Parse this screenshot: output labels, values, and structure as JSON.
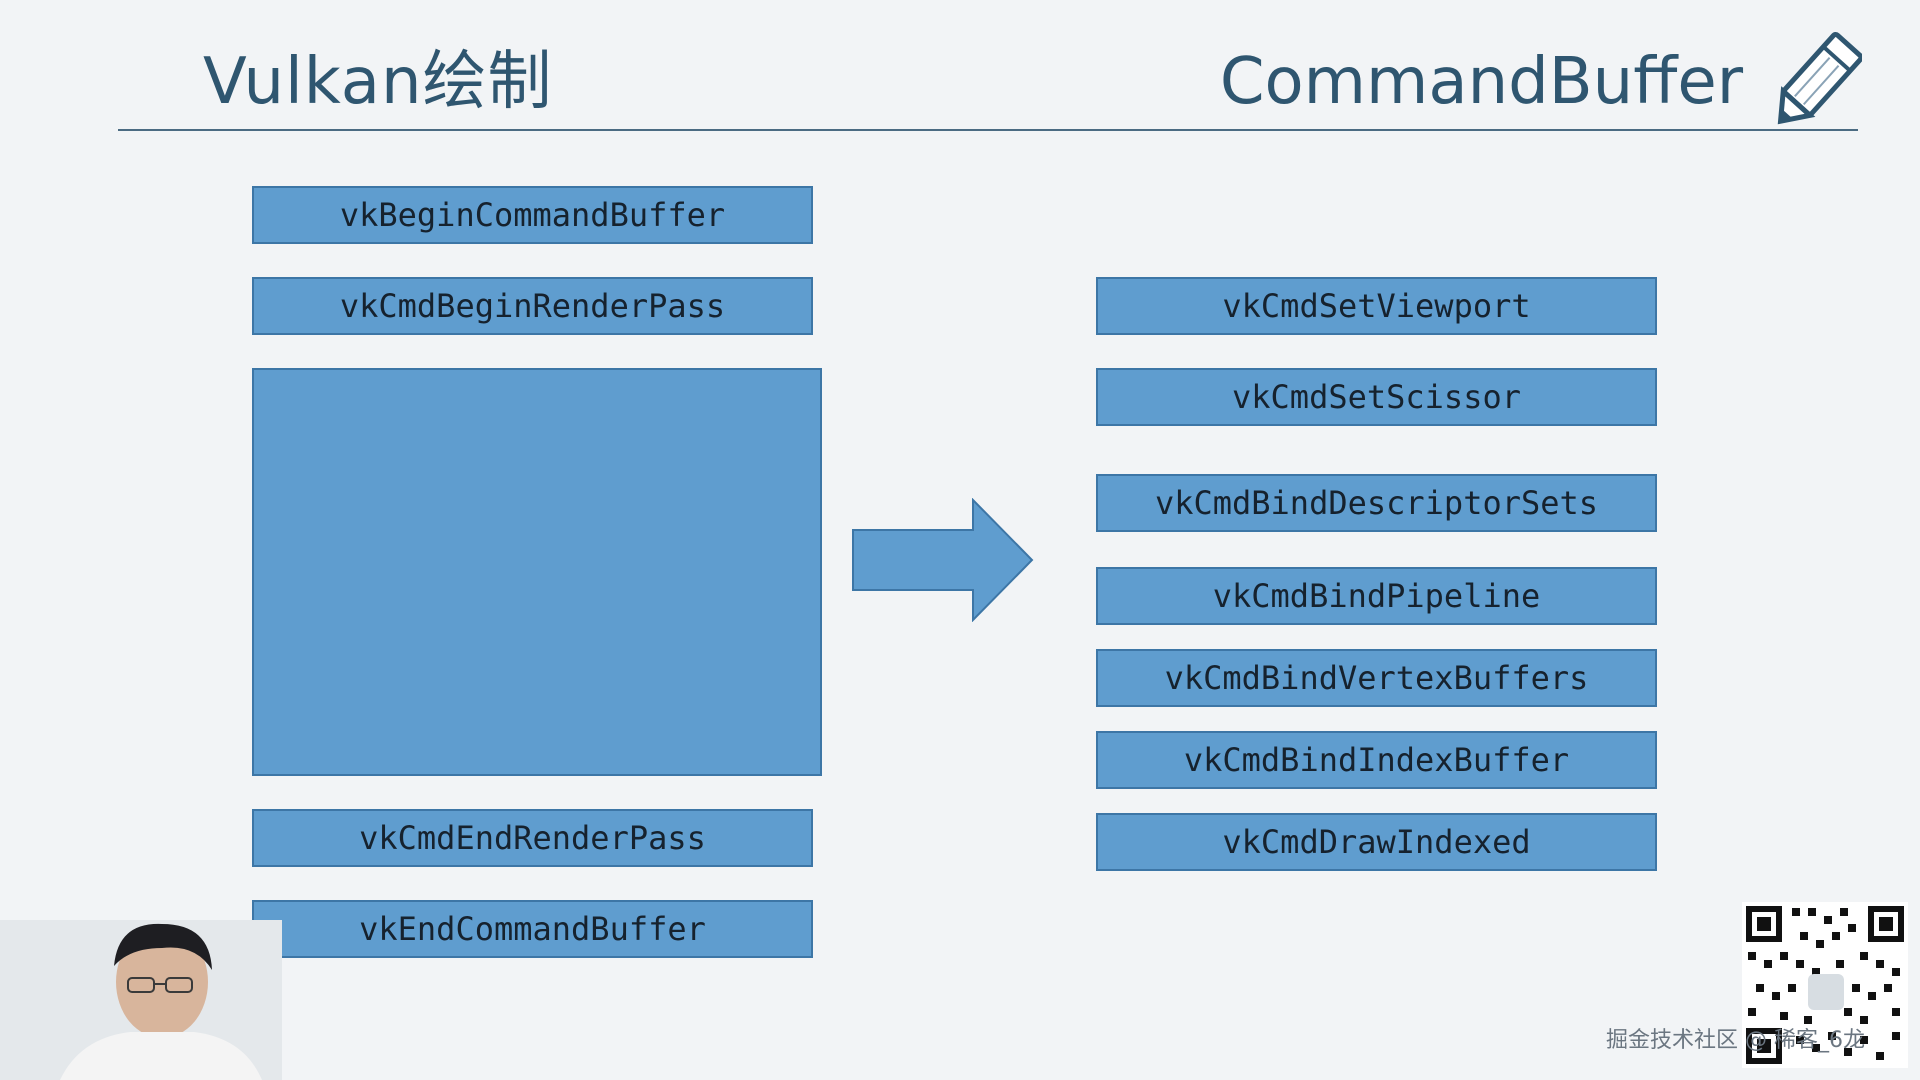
{
  "slide": {
    "title_left": "Vulkan绘制",
    "title_right": "CommandBuffer"
  },
  "left_column": {
    "begin_command_buffer": "vkBeginCommandBuffer",
    "begin_render_pass": "vkCmdBeginRenderPass",
    "end_render_pass": "vkCmdEndRenderPass",
    "end_command_buffer": "vkEndCommandBuffer"
  },
  "right_column": {
    "items": [
      "vkCmdSetViewport",
      "vkCmdSetScissor",
      "vkCmdBindDescriptorSets",
      "vkCmdBindPipeline",
      "vkCmdBindVertexBuffers",
      "vkCmdBindIndexBuffer",
      "vkCmdDrawIndexed"
    ]
  },
  "watermark": "掘金技术社区 @ 稀客_6龙",
  "colors": {
    "box_fill": "#5f9dcf",
    "box_border": "#3d76a6",
    "title": "#2f5670",
    "background": "#f2f4f6"
  },
  "icons": [
    "pencil-icon",
    "arrow-right-icon",
    "qr-code-icon"
  ]
}
